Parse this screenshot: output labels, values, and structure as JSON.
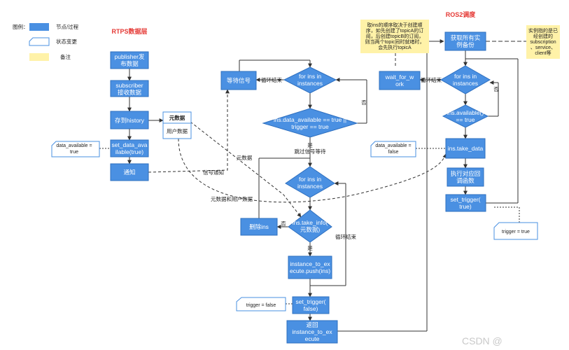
{
  "legend": {
    "title": "图例：",
    "process": "节点/过程",
    "state_change": "状态变更",
    "note": "备注"
  },
  "titles": {
    "rtps": "RTPS数据层",
    "ros2": "ROS2调度"
  },
  "rtps": {
    "publisher": [
      "publisher发",
      "布数据"
    ],
    "subscriber": [
      "subscriber",
      "接收数据"
    ],
    "history": "存到history",
    "set_data": [
      "set_data_ava",
      "ilable(true)"
    ],
    "notify": "通知",
    "metadata_title": "元数据",
    "user_data": "用户数据"
  },
  "middle": {
    "wait_signal": "等待信号",
    "for_in_instances_1": [
      "for ins in",
      "instances"
    ],
    "loop_end_1": "循环结束",
    "condition": [
      "ins.data_available == true ||",
      "trigger == true"
    ],
    "no_1": "否",
    "yes_1": "是",
    "skip_wait": "跳过信号等待",
    "for_in_instances_2": [
      "for ins in",
      "instances"
    ],
    "take_info": [
      "ins.take_info(",
      "元数据)"
    ],
    "no_2": "否",
    "delete_ins": "删除ins",
    "yes_2": "是",
    "loop_end_2": "循环结束",
    "push": [
      "instance_to_ex",
      "ecute.push(ins)"
    ],
    "set_trigger_false": [
      "set_trigger(",
      "false)"
    ],
    "return": [
      "返回",
      "instance_to_ex",
      "ecute"
    ]
  },
  "ros2": {
    "get_all": [
      "获取所有实",
      "例备份"
    ],
    "wait_for_work": [
      "wait_for_w",
      "ork"
    ],
    "loop_end": "循环结束",
    "for_in_instances": [
      "for ins in",
      "instances"
    ],
    "no": "否",
    "available": [
      "ins.available()",
      "== true"
    ],
    "take_data": "ins.take_data",
    "exec_callback": [
      "执行对应回",
      "调函数"
    ],
    "set_trigger_true": [
      "set_trigger(",
      "true)"
    ]
  },
  "notes": {
    "order": [
      "取ins的顺序取决于创建顺",
      "序，如先创建了topicA的订",
      "阅，后创建topicB的订阅，",
      "则当两个topic同时就绪时，",
      "会先执行topicA"
    ],
    "instances": [
      "实例指的是已",
      "经创建的",
      "subscription",
      "、service、",
      "client等"
    ]
  },
  "states": {
    "data_available_true": [
      "data_available =",
      "true"
    ],
    "data_available_false": [
      "data_available =",
      "false"
    ],
    "trigger_true": "trigger = true",
    "trigger_false": "trigger = false"
  },
  "edge_labels": {
    "signal_notify": "信号通知",
    "metadata": "元数据",
    "metadata_user": "元数据和用户数据"
  },
  "watermark": "CSDN @",
  "colors": {
    "box": "#4a90e2",
    "box_stroke": "#2e6fbf",
    "line": "#333333",
    "note": "#fff2a8",
    "title": "#e53935"
  }
}
